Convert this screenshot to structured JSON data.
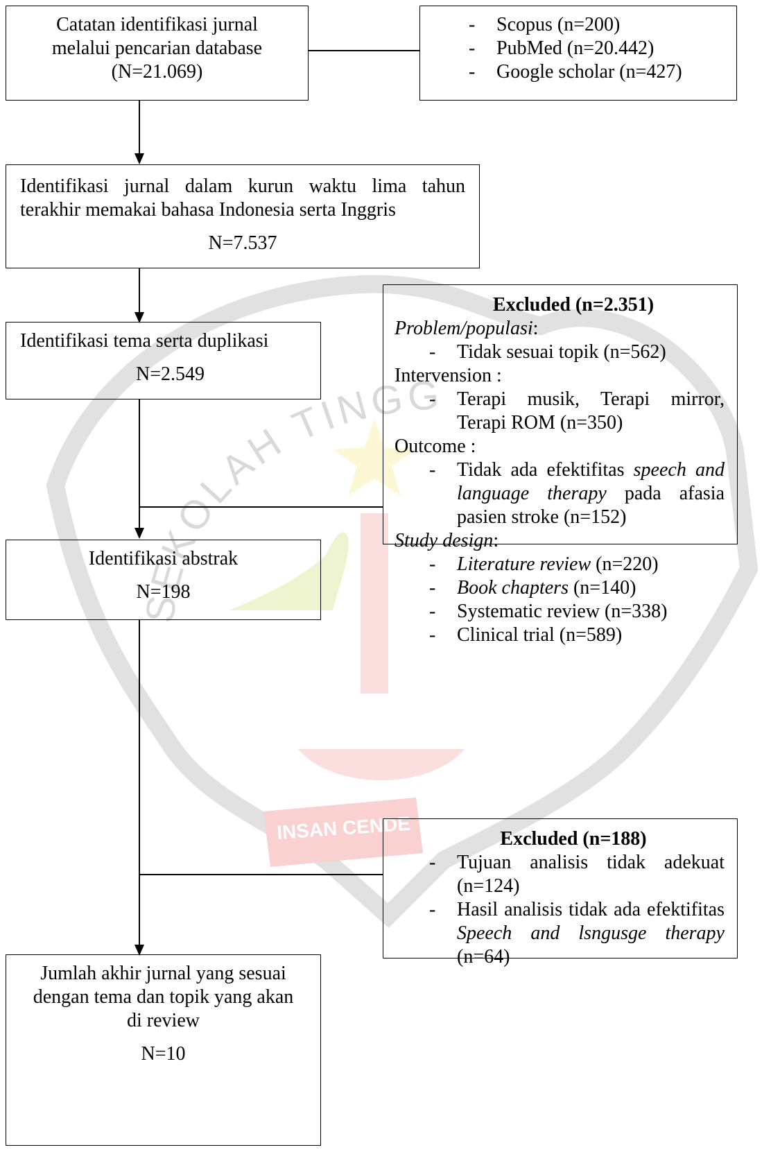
{
  "box_identification": {
    "lines": [
      "Catatan identifikasi jurnal",
      "melalui pencarian database",
      "(N=21.069)"
    ]
  },
  "box_sources": {
    "dash": "-",
    "items": [
      "Scopus (n=200)",
      "PubMed (n=20.442)",
      "Google scholar (n=427)"
    ]
  },
  "box_time": {
    "text": "Identifikasi jurnal dalam kurun waktu lima tahun terakhir memakai bahasa Indonesia serta Inggris",
    "count": "N=7.537"
  },
  "box_theme": {
    "text": "Identifikasi tema serta duplikasi",
    "count": "N=2.549"
  },
  "box_excluded1": {
    "title": "Excluded (n=2.351)",
    "problem_label": "Problem/populasi",
    "colon": ":",
    "problem_items": [
      "Tidak sesuai topik (n=562)"
    ],
    "intervention_label": "Intervension :",
    "intervention_items": [
      "Terapi musik, Terapi mirror, Terapi ROM (n=350)"
    ],
    "outcome_label": "Outcome :",
    "outcome_pre": "Tidak ada efektifitas ",
    "outcome_italic": "speech and language therapy",
    "outcome_post": " pada afasia pasien stroke (n=152)",
    "design_label": "Study design",
    "design_items": [
      {
        "italic": "Literature review",
        "rest": " (n=220)"
      },
      {
        "italic": "Book chapters",
        "rest": " (n=140)"
      },
      {
        "italic": "",
        "rest": "Systematic review (n=338)"
      },
      {
        "italic": "",
        "rest": "Clinical trial (n=589)"
      }
    ]
  },
  "box_abstract": {
    "text": "Identifikasi abstrak",
    "count": "N=198"
  },
  "box_excluded2": {
    "title": "Excluded (n=188)",
    "item1": "Tujuan analisis tidak adekuat (n=124)",
    "item2_pre": "Hasil analisis tidak ada efektifitas ",
    "item2_italic": "Speech and lsngusge therapy",
    "item2_post": " (n=64)"
  },
  "box_final": {
    "lines": [
      "Jumlah akhir jurnal yang sesuai",
      "dengan tema dan topik yang akan",
      "di review"
    ],
    "count": "N=10"
  },
  "watermark": {
    "arc_text": "SEKOLAH TINGGI I",
    "banner_text": "INSAN CENDE",
    "colors": {
      "star": "#f4e04a",
      "banner": "#e8322c",
      "leaf": "#b5cf2c",
      "outline": "#7a7a7a"
    }
  }
}
